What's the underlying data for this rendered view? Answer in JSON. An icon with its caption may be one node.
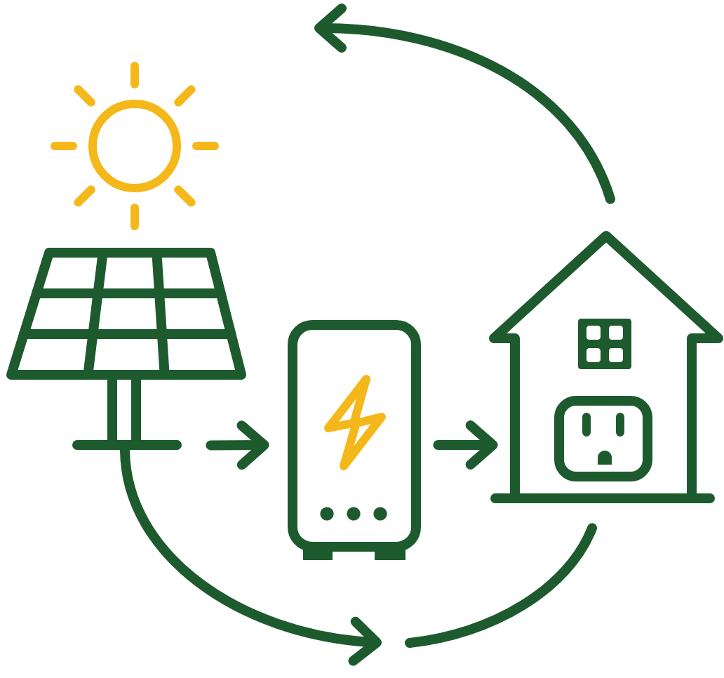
{
  "diagram": {
    "nodes": [
      {
        "text": [],
        "shape": "picture"
      },
      {
        "text": [],
        "shape": "picture"
      },
      {
        "text": [],
        "shape": "picture"
      },
      {
        "text": [],
        "shape": "picture"
      }
    ],
    "edges": [
      {
        "from": 1,
        "to": 2,
        "arrow": "to"
      },
      {
        "from": 2,
        "to": 3,
        "arrow": "to"
      },
      {
        "from": 1,
        "to": null,
        "arrow": "to"
      },
      {
        "from": null,
        "to": 3,
        "arrow": "none"
      },
      {
        "from": 3,
        "to": null,
        "arrow": "to"
      }
    ]
  }
}
